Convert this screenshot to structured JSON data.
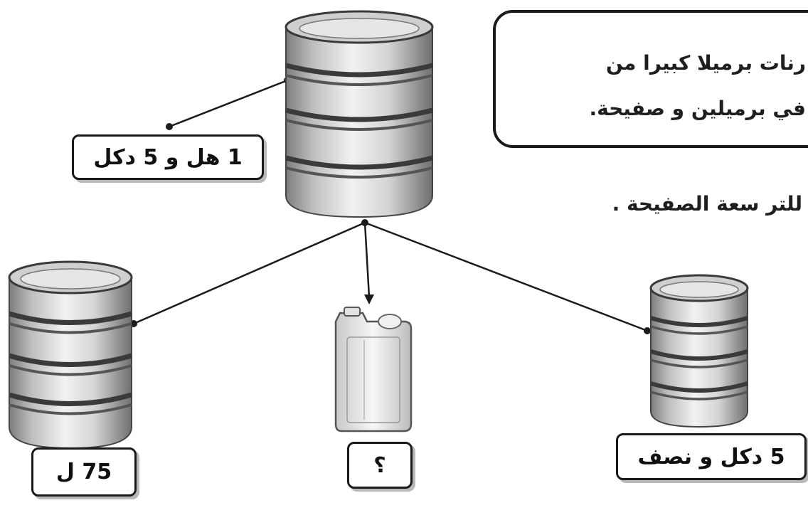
{
  "problem": {
    "line1": "رنات برميلا كبيرا من",
    "line2": "في برميلين و صفيحة.",
    "line3": "للتر سعة الصفيحة ."
  },
  "containers": {
    "top_barrel": {
      "label": "1 هل و 5 دكل"
    },
    "left_barrel": {
      "label": "75 ل"
    },
    "middle_jerrycan": {
      "label": "؟"
    },
    "right_barrel": {
      "label": "5 دكل و نصف"
    }
  }
}
